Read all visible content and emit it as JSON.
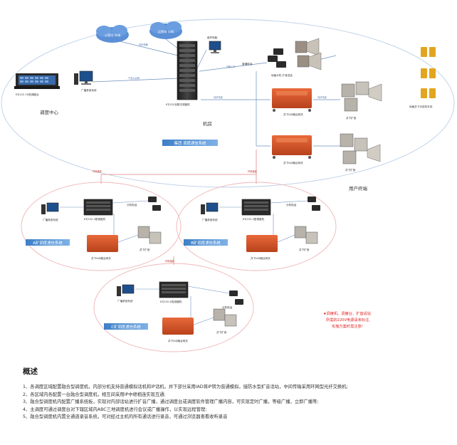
{
  "colors": {
    "accent_blue": "#4a86c8",
    "ring_red": "#e8a0a0",
    "equipment_orange": "#d9572b",
    "note_red": "#e02020"
  },
  "clouds": {
    "cloud1": "公营网 外线",
    "cloud2": "运营商 公网"
  },
  "dispatch_center": {
    "console_label": "KTJ152-7A型调度台",
    "pc_label": "广播录音系统",
    "zone_label": "调度中心"
  },
  "machine_room": {
    "server_label": "KTJ152全数字调度机",
    "maintenance_pc": "维护电脑",
    "zone_label": "机房",
    "link_label": "IP接入口"
  },
  "user_terminal": {
    "phones_label": "普通电话",
    "speaker_label": "地面分机 扩音送话",
    "gateway1_label": "井下IAD融合网关",
    "gateway2_label": "井下IAD融合网关",
    "speaker2_label": "井下扩音",
    "speaker3_label": "井下扩音",
    "pager_label": "地面井下对讲机手持",
    "zone_label": "用户终端"
  },
  "links": {
    "line1": "光纤传输",
    "line2": "千兆以太网",
    "line3": "光纤专线",
    "line4": "光纤专线"
  },
  "main_system_bar": "集团 调度通信系统",
  "ring_label": "环网通道",
  "subsystems": [
    {
      "bar": "A矿调度通信系统",
      "pc": "广播录音系统",
      "server": "KTJ152-3型调度机",
      "phones": "分机电话",
      "gateway": "井下IAD融合网关",
      "speaker": "井下扩音"
    },
    {
      "bar": "B矿调度通信系统",
      "pc": "广播录音系统",
      "server": "KTJ152-3型调度机",
      "phones": "分机电话",
      "gateway": "井下IAD融合网关",
      "speaker": "井下扩音"
    },
    {
      "bar": "C矿调度通信系统",
      "pc": "广播录音系统",
      "server": "KTJ152-D型调度机",
      "phones": "分机电话",
      "gateway": "井下IAD融合网关",
      "speaker": "井下扩音"
    }
  ],
  "note": {
    "line1": "★调度机、调度台、扩音话站",
    "line2": "所需的220V电源请未标注,",
    "line3": "实施方案时需注意!"
  },
  "overview": {
    "title": "概述",
    "items": [
      "1、各调度区域配置融合型调度机，内部分机支持普通模拟话机和IP话机，井下部分采用IAD将IP转为普通模拟，接防水型扩音话站，中间传输采用环网型光纤交换机;",
      "2、各区域内各配置一台融合型调度机，相互间采用IP中继相连实现互通;",
      "3、融合型调度机内配置广播系统板，实现对内部话站进行扩音广播，通过调度台或调度软件管理广播内容，可实现定时广播，等级广播，立即广播等;",
      "4、主调度可通过调度台对下辖区域内ABC三地调度机进行会议或广播操作，以实现远程管理;",
      "5、融合型调度机内置全通道录音系统，可对经过主机的所有通话进行录音，可通过浏览器查看收听录音"
    ]
  }
}
